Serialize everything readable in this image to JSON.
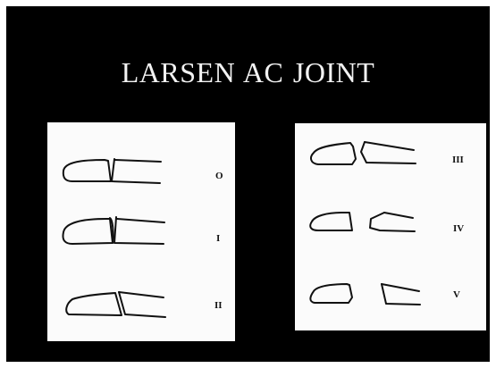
{
  "title": "LARSEN  AC JOINT",
  "colors": {
    "background": "#000000",
    "panel": "#fbfbfb",
    "ink": "#111111",
    "title": "#f2f2f2"
  },
  "grades_left": [
    "O",
    "I",
    "II"
  ],
  "grades_right": [
    "III",
    "IV",
    "V"
  ]
}
